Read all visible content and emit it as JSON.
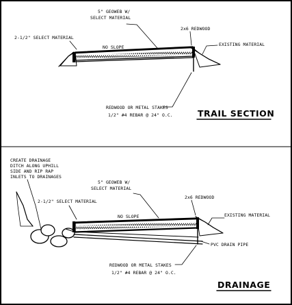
{
  "trail_section": {
    "geoweb_note_line1": "5\" GEOWEB W/",
    "geoweb_note_line2": "SELECT MATERIAL",
    "select_material": "2-1/2\" SELECT MATERIAL",
    "redwood": "2x6 REDWOOD",
    "no_slope": "NO SLOPE",
    "existing_material": "EXISTING MATERIAL",
    "stakes_line1": "REDWOOD OR METAL STAKES",
    "stakes_line2": "1/2\" #4 REBAR @ 24\" O.C.",
    "title": "TRAIL SECTION"
  },
  "drainage": {
    "ditch_line1": "CREATE DRAINAGE",
    "ditch_line2": "DITCH ALONG UPHILL",
    "ditch_line3": "SIDE AND RIP RAP",
    "ditch_line4": "INLETS TO DRAINAGES",
    "geoweb_note_line1": "5\" GEOWEB W/",
    "geoweb_note_line2": "SELECT MATERIAL",
    "select_material": "2-1/2\" SELECT MATERIAL",
    "redwood": "2x6 REDWOOD",
    "no_slope": "NO SLOPE",
    "existing_material": "EXISTING MATERIAL",
    "pvc_pipe": "PVC DRAIN PIPE",
    "stakes_line1": "REDWOOD OR METAL STAKES",
    "stakes_line2": "1/2\" #4 REBAR @ 24\" O.C.",
    "title": "DRAINAGE"
  }
}
